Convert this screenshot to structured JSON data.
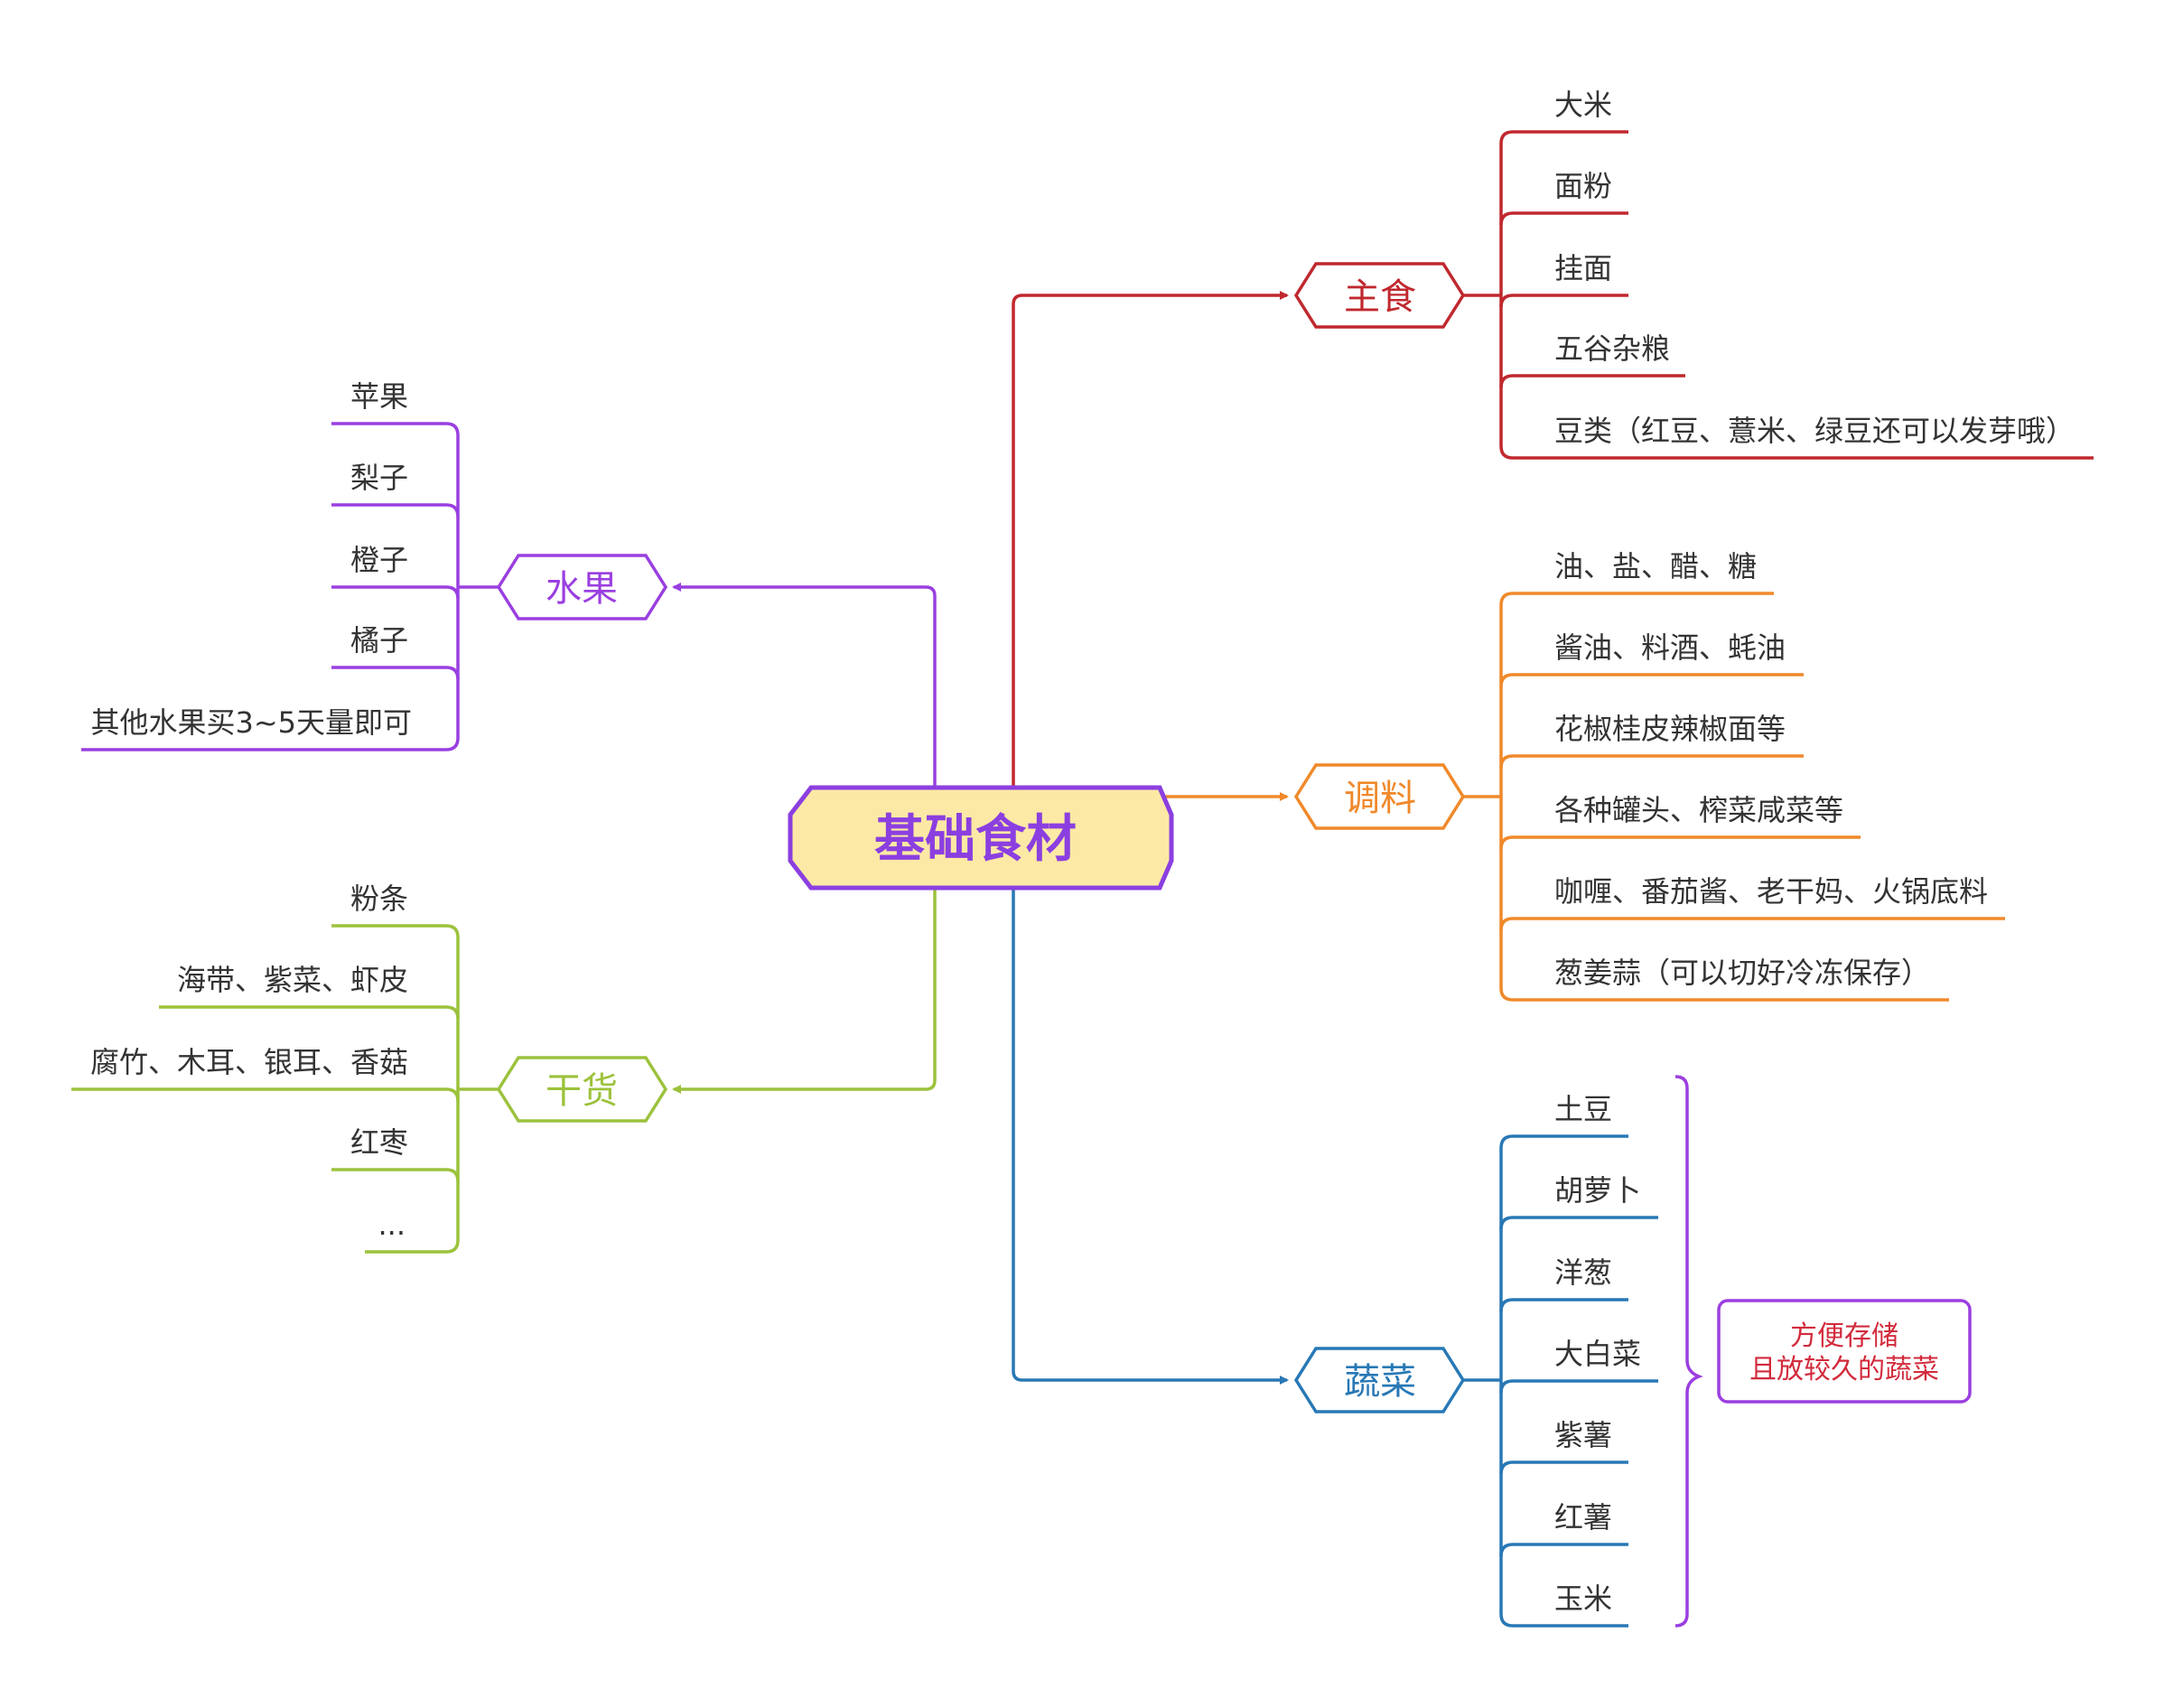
{
  "center": {
    "label": "基础食材",
    "fill": "#fce9a5",
    "border": "#8b3fe0",
    "text_color": "#8b3fe0"
  },
  "branches": {
    "staple": {
      "label": "主食",
      "color": "#c0282e",
      "items": [
        "大米",
        "面粉",
        "挂面",
        "五谷杂粮",
        "豆类（红豆、薏米、绿豆还可以发芽哦）"
      ]
    },
    "seasoning": {
      "label": "调料",
      "color": "#f0892a",
      "items": [
        "油、盐、醋、糖",
        "酱油、料酒、蚝油",
        "花椒桂皮辣椒面等",
        "各种罐头、榨菜咸菜等",
        "咖喱、番茄酱、老干妈、火锅底料",
        "葱姜蒜（可以切好冷冻保存）"
      ]
    },
    "vegetables": {
      "label": "蔬菜",
      "color": "#2878b5",
      "items": [
        "土豆",
        "胡萝卜",
        "洋葱",
        "大白菜",
        "紫薯",
        "红薯",
        "玉米"
      ],
      "note": {
        "lines": [
          "方便存储",
          "且放较久的蔬菜"
        ],
        "text_color": "#d22b3c",
        "border": "#9b3fe0"
      }
    },
    "fruit": {
      "label": "水果",
      "color": "#9a3fe0",
      "items": [
        "苹果",
        "梨子",
        "橙子",
        "橘子",
        "其他水果买3~5天量即可"
      ]
    },
    "dried": {
      "label": "干货",
      "color": "#9cc23c",
      "items": [
        "粉条",
        "海带、紫菜、虾皮",
        "腐竹、木耳、银耳、香菇",
        "红枣",
        "..."
      ]
    }
  }
}
